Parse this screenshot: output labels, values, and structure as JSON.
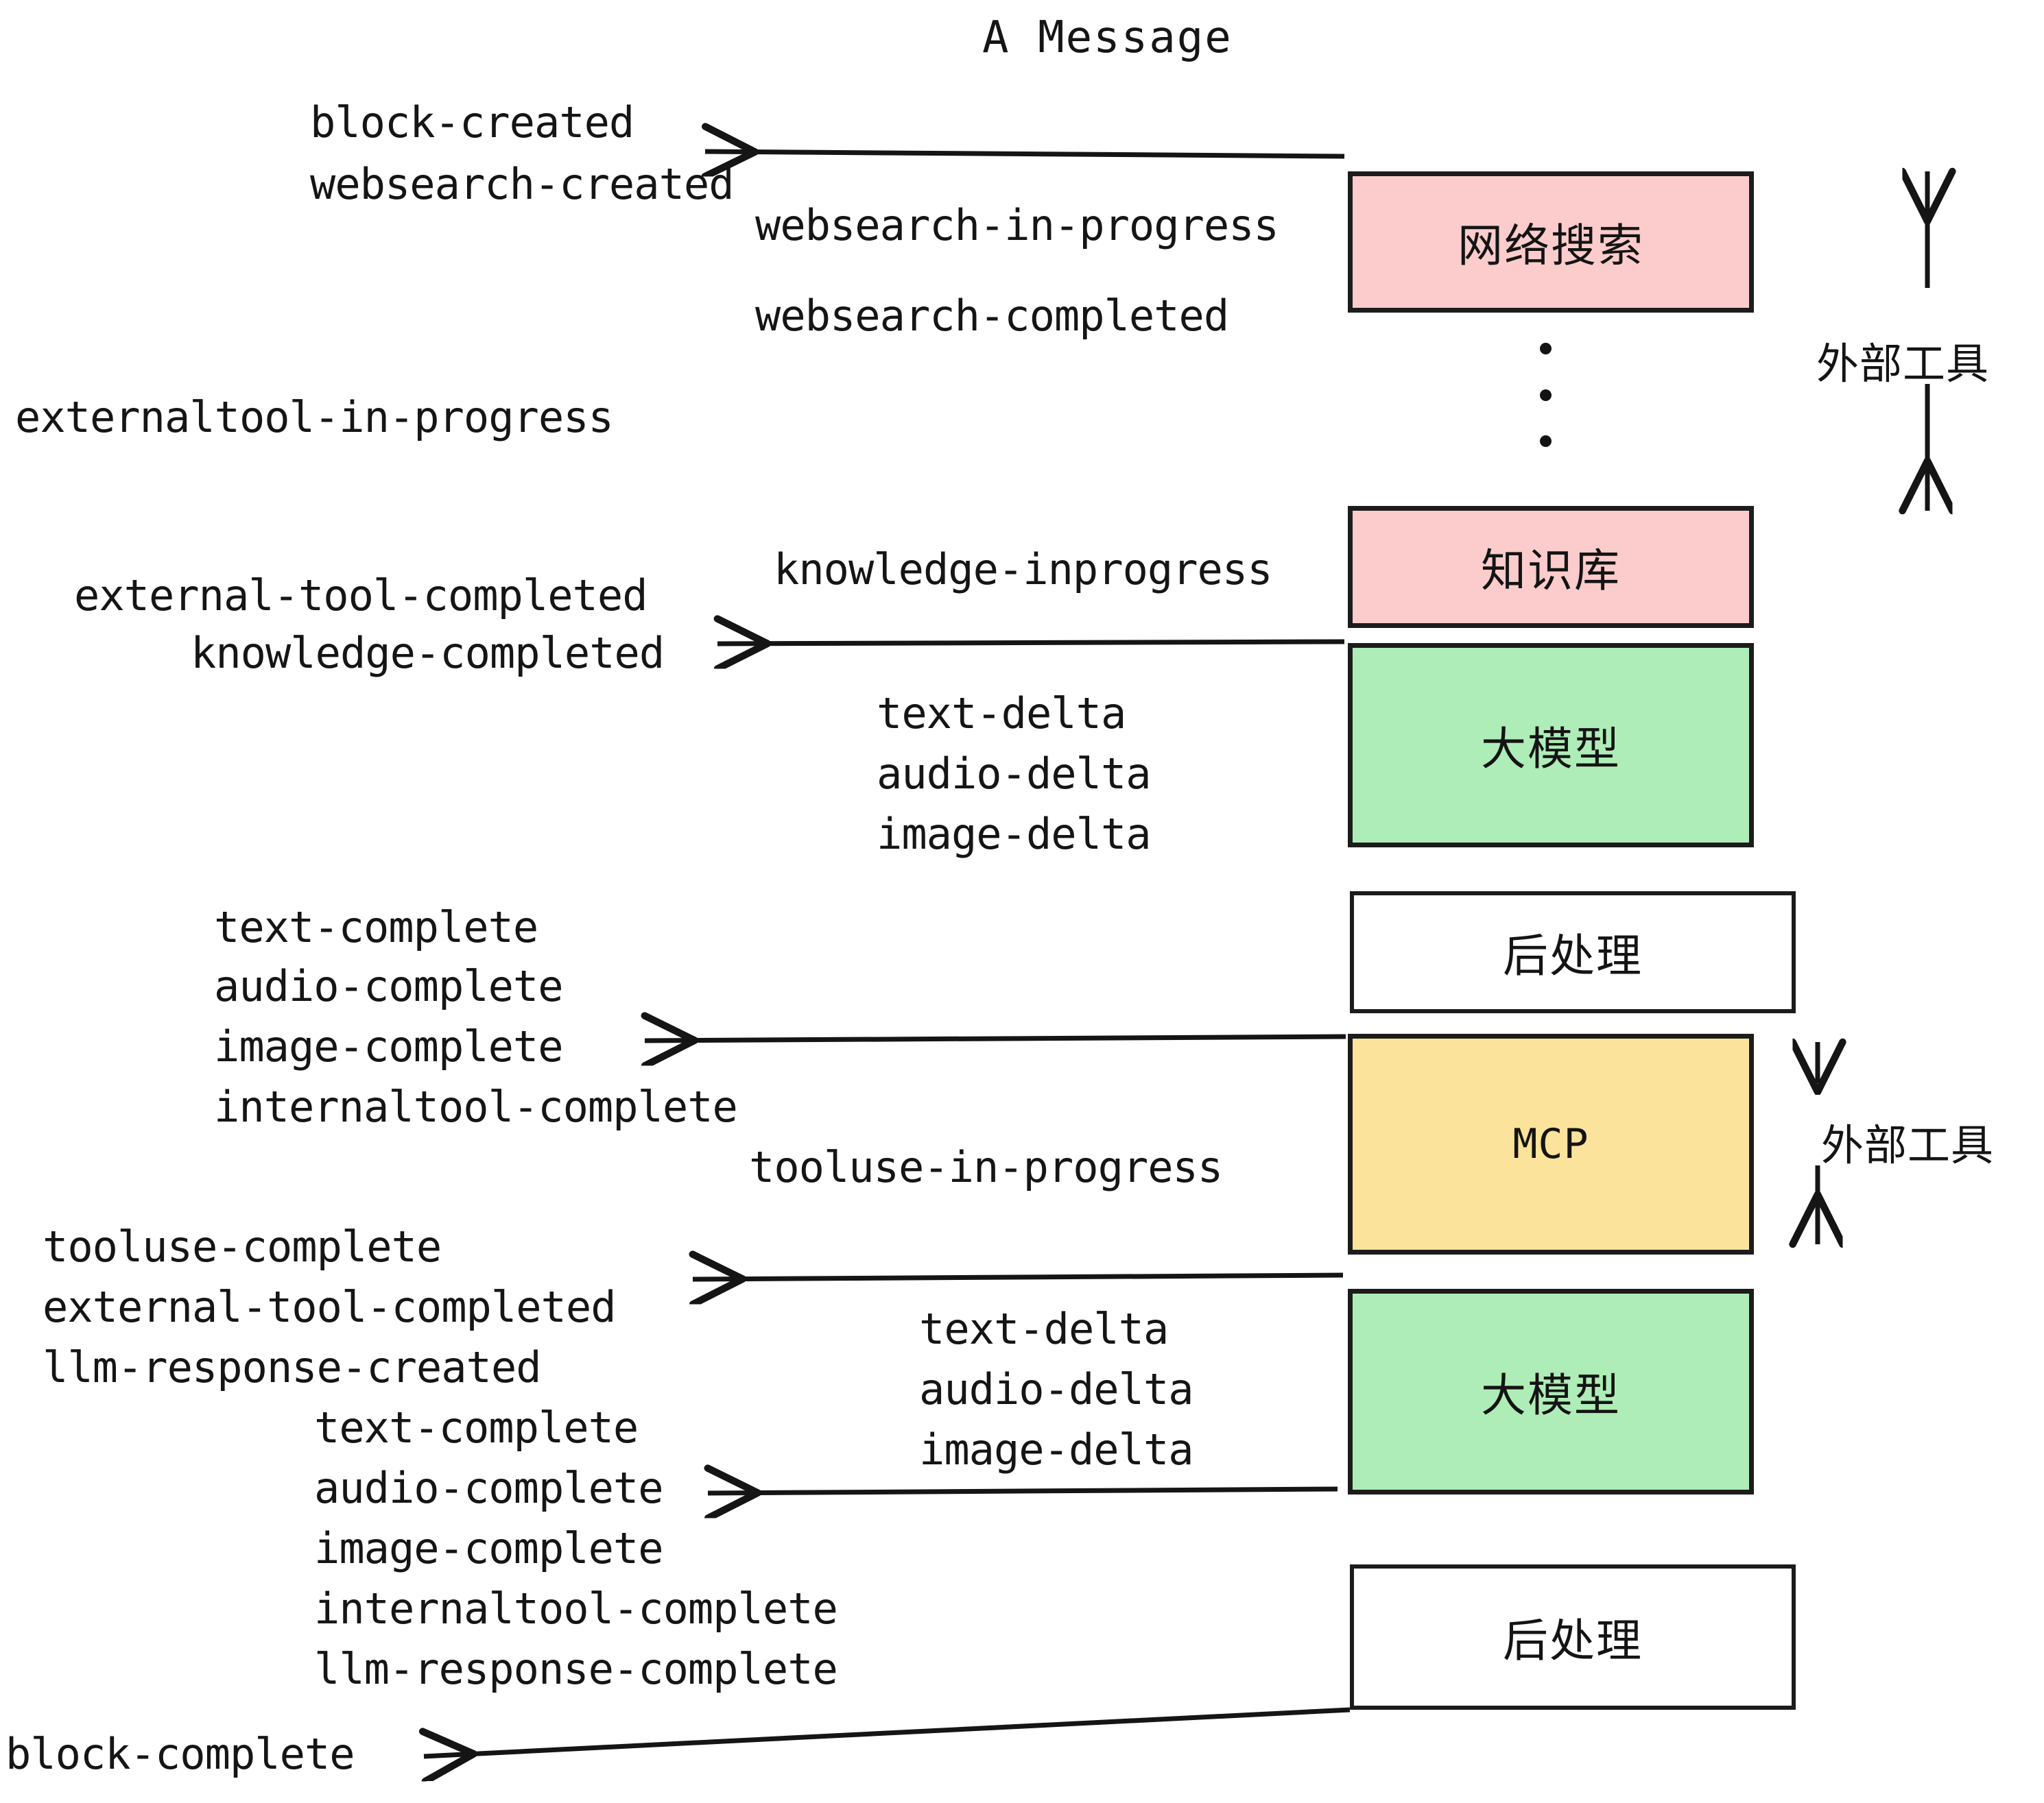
{
  "title": "A Message",
  "colors": {
    "pink": "#FBCCCB",
    "green": "#AEEDB7",
    "yellow": "#FBE39B",
    "white": "#FFFFFF",
    "stroke": "#1C1C1C",
    "text": "#151515"
  },
  "nodes": {
    "websearch": "网络搜索",
    "knowledge": "知识库",
    "llm_first": "大模型",
    "postprocess_first": "后处理",
    "mcp": "MCP",
    "llm_second": "大模型",
    "postprocess_second": "后处理"
  },
  "group_labels": {
    "external_tool_top": "外部工具",
    "external_tool_bottom": "外部工具"
  },
  "events": {
    "block_created": "block-created",
    "websearch_created": "websearch-created",
    "websearch_in_progress": "websearch-in-progress",
    "websearch_completed": "websearch-completed",
    "externaltool_in_progress": "externaltool-in-progress",
    "knowledge_inprogress": "knowledge-inprogress",
    "external_tool_completed_1": "external-tool-completed",
    "knowledge_completed": "knowledge-completed",
    "text_delta_1": "text-delta",
    "audio_delta_1": "audio-delta",
    "image_delta_1": "image-delta",
    "text_complete_1": "text-complete",
    "audio_complete_1": "audio-complete",
    "image_complete_1": "image-complete",
    "internaltool_complete_1": "internaltool-complete",
    "tooluse_in_progress": "tooluse-in-progress",
    "tooluse_complete": "tooluse-complete",
    "external_tool_completed_2": "external-tool-completed",
    "llm_response_created": "llm-response-created",
    "text_delta_2": "text-delta",
    "audio_delta_2": "audio-delta",
    "image_delta_2": "image-delta",
    "text_complete_2": "text-complete",
    "audio_complete_2": "audio-complete",
    "image_complete_2": "image-complete",
    "internaltool_complete_2": "internaltool-complete",
    "llm_response_complete": "llm-response-complete",
    "block_complete": "block-complete"
  }
}
